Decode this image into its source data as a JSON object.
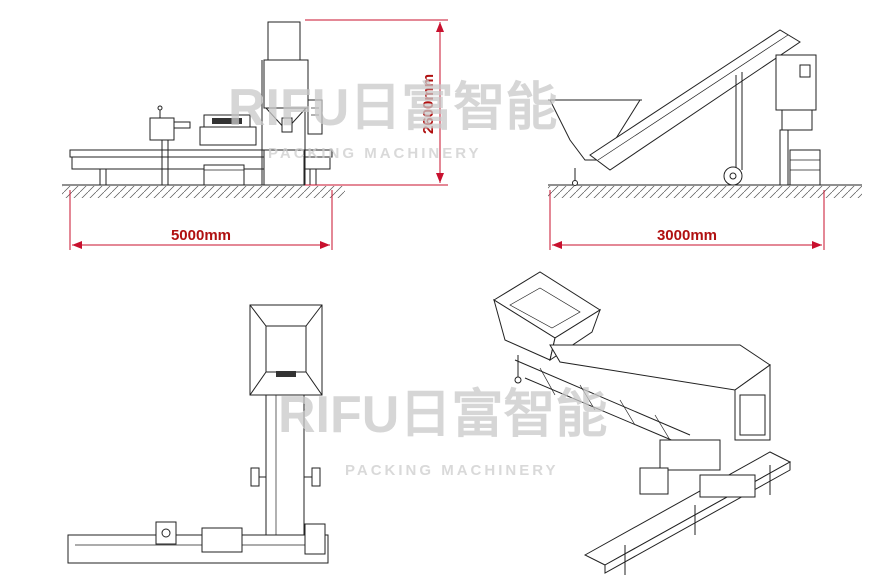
{
  "dimensions": {
    "length_left": "5000mm",
    "length_right": "3000mm",
    "height": "2600mm"
  },
  "watermark": {
    "brand": "RIFU日富智能",
    "tagline": "PACKING MACHINERY"
  },
  "colors": {
    "dimension": "#c8102e",
    "line": "#222222",
    "watermark": "#c9c9c9"
  }
}
